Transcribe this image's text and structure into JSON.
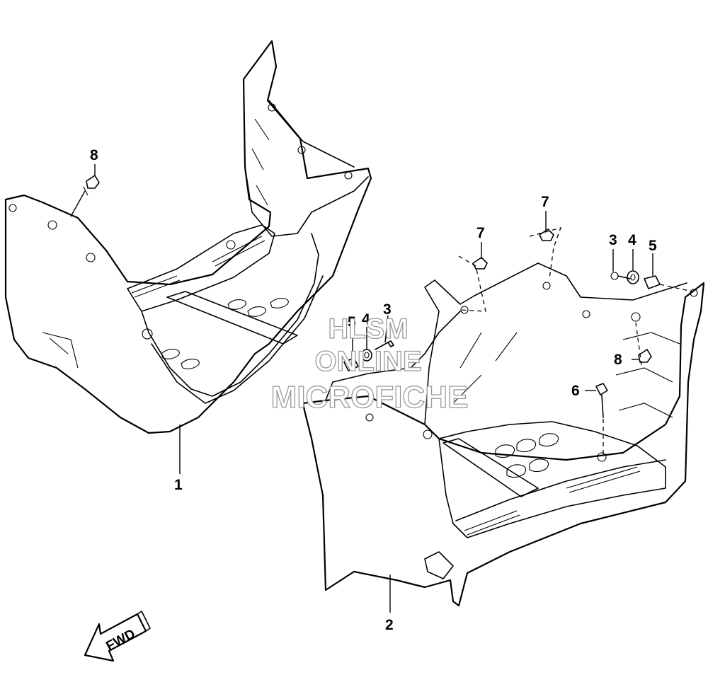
{
  "callouts": {
    "p1": "1",
    "p2": "2",
    "p3a": "3",
    "p3b": "3",
    "p4a": "4",
    "p4b": "4",
    "p5a": "5",
    "p5b": "5",
    "p6": "6",
    "p7a": "7",
    "p7b": "7",
    "p8a": "8",
    "p8b": "8"
  },
  "watermark": {
    "line1": "HLSM",
    "line2": "ONLINE",
    "line3": "MICROFICHE"
  },
  "direction_arrow": {
    "label": "FWD",
    "icon": "forward-arrow-icon"
  },
  "colors": {
    "linework": "#000000",
    "background": "#ffffff",
    "watermark_outline": "#9a9a9a"
  }
}
